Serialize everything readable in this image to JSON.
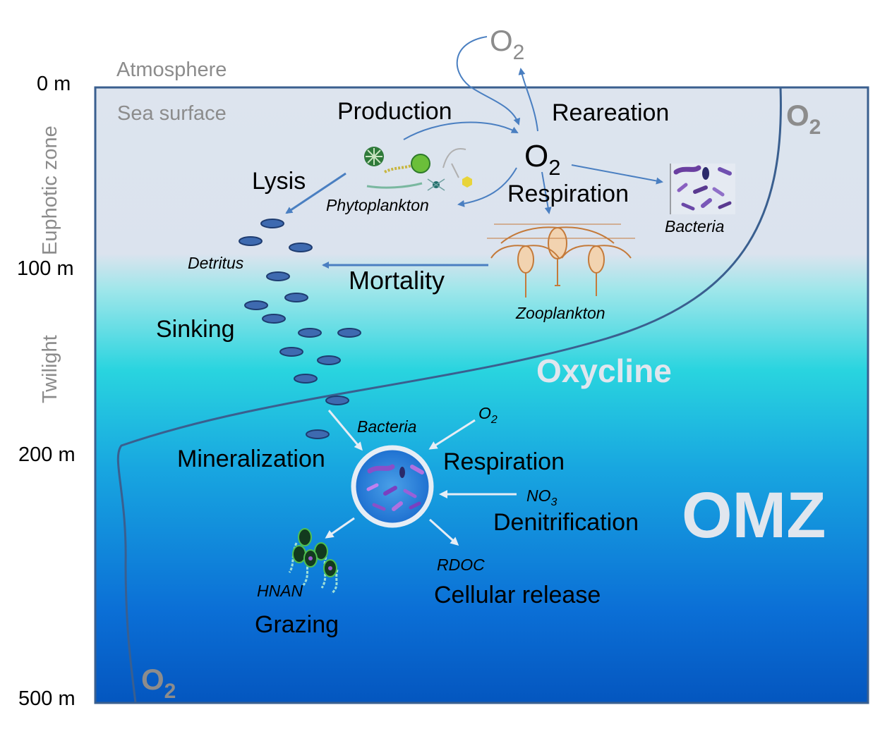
{
  "depth_labels": {
    "d0": "0 m",
    "d100": "100 m",
    "d200": "200 m",
    "d500": "500 m"
  },
  "zone_labels": {
    "euphotic": "Euphotic zone",
    "twilight": "Twilight"
  },
  "surface_labels": {
    "atmosphere": "Atmosphere",
    "sea_surface": "Sea surface"
  },
  "o2": {
    "base": "O",
    "sub": "2"
  },
  "processes": {
    "production": "Production",
    "reareation": "Reareation",
    "lysis": "Lysis",
    "respiration_upper": "Respiration",
    "mortality": "Mortality",
    "sinking": "Sinking",
    "mineralization": "Mineralization",
    "respiration_lower": "Respiration",
    "denitrification": "Denitrification",
    "cellular_release": "Cellular release",
    "grazing": "Grazing"
  },
  "organisms": {
    "phytoplankton": "Phytoplankton",
    "bacteria_upper": "Bacteria",
    "zooplankton": "Zooplankton",
    "detritus": "Detritus",
    "bacteria_lower": "Bacteria",
    "hnan": "HNAN"
  },
  "chemicals": {
    "no3_base": "NO",
    "no3_sub": "3",
    "rdoc": "RDOC"
  },
  "zones": {
    "oxycline": "Oxycline",
    "omz": "OMZ"
  },
  "colors": {
    "surface": "#dde4ee",
    "turquoise": "#2ed3dc",
    "deep": "#0455c0",
    "frame": "#3a5f8f",
    "arrow_upper": "#4a7fc1",
    "arrow_lower": "#e6edf5",
    "zone_label": "#e0e6ee",
    "gray_label": "#8c8c8c"
  }
}
